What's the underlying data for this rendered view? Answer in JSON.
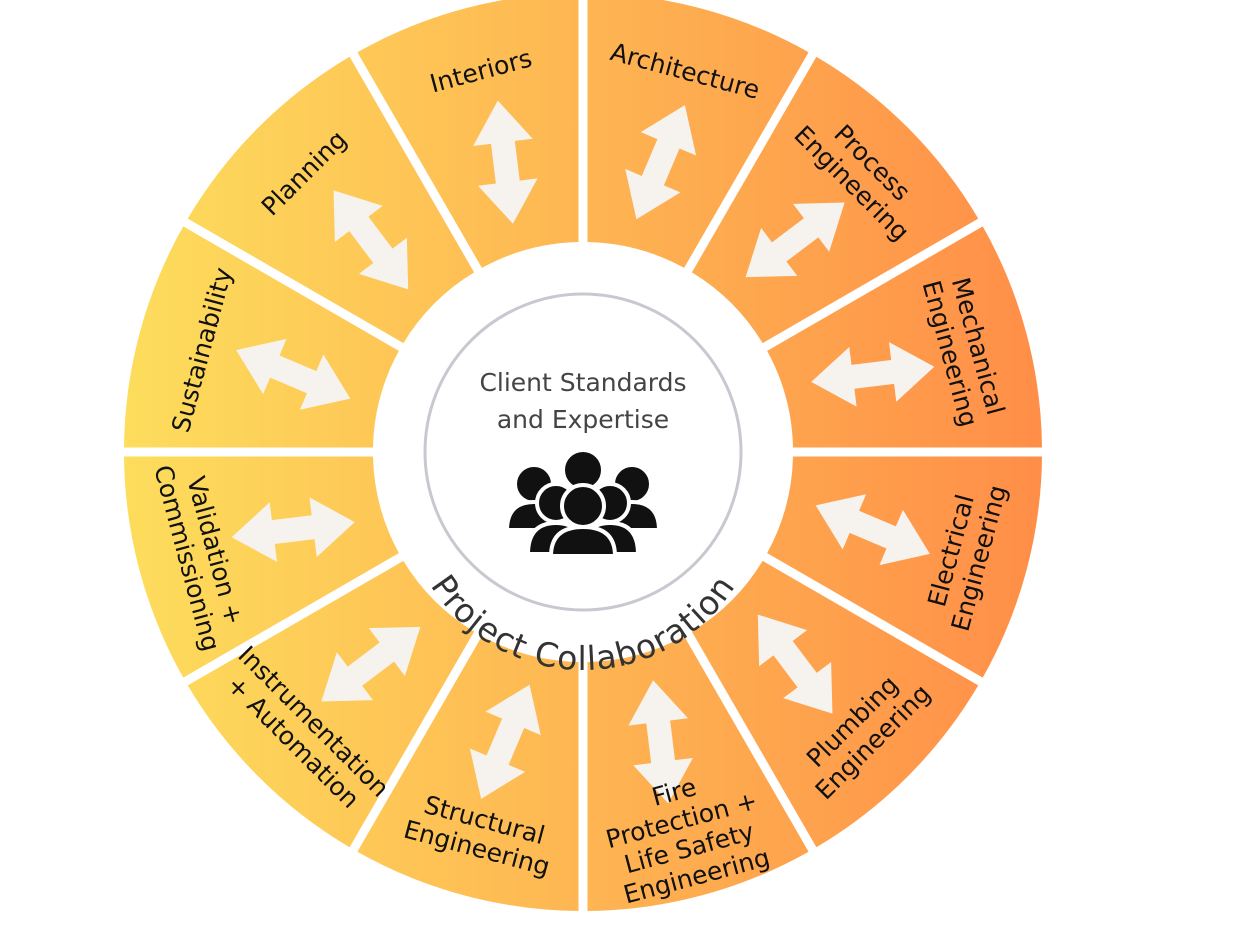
{
  "center": {
    "title_lines": [
      "Client Standards",
      "and Expertise"
    ],
    "icon": "people-group-icon"
  },
  "ring_label": "Project Collaboration",
  "segments": [
    {
      "lines": [
        "Architecture"
      ]
    },
    {
      "lines": [
        "Process",
        "Engineering"
      ]
    },
    {
      "lines": [
        "Mechanical",
        "Engineering"
      ]
    },
    {
      "lines": [
        "Electrical",
        "Engineering"
      ]
    },
    {
      "lines": [
        "Plumbing",
        "Engineering"
      ]
    },
    {
      "lines": [
        "Fire",
        "Protection +",
        "Life Safety",
        "Engineering"
      ]
    },
    {
      "lines": [
        "Structural",
        "Engineering"
      ]
    },
    {
      "lines": [
        "Instrumentation",
        "+ Automation"
      ]
    },
    {
      "lines": [
        "Validation +",
        "Commissioning"
      ]
    },
    {
      "lines": [
        "Sustainability"
      ]
    },
    {
      "lines": [
        "Planning"
      ]
    },
    {
      "lines": [
        "Interiors"
      ]
    }
  ],
  "arrow_icon": "double-arrow-icon",
  "colors": {
    "gradient_left": "#fddd5c",
    "gradient_right": "#ff8e48",
    "arrow_fill": "#f6f3ee",
    "center_border": "#c8c8d0",
    "text": "#111111"
  }
}
